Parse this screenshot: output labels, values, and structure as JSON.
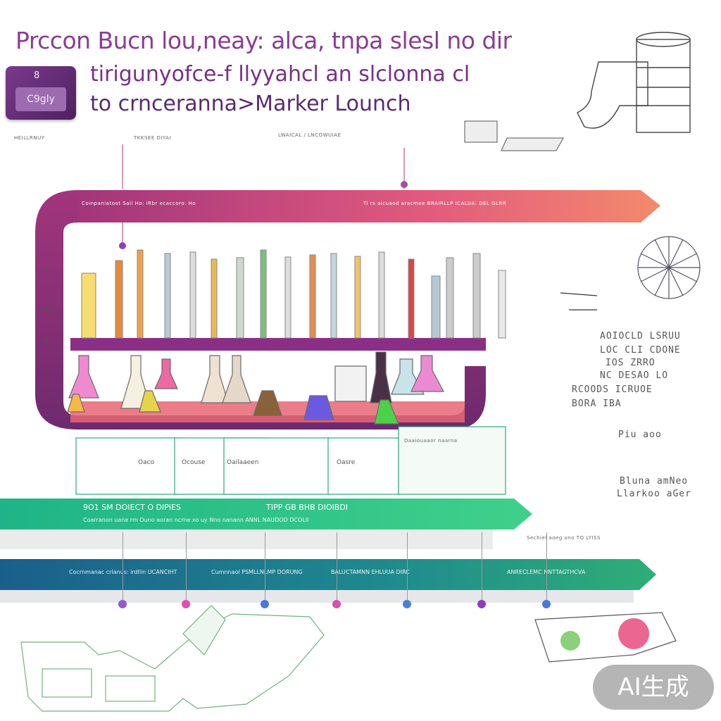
{
  "title": {
    "line1": "Prccon Bucn lou,neay: alca, tnpa slesl no dir",
    "line2": "tirigunyofce-f llyyahcl an slclonna cl",
    "line3": "to crnceranna>Marker Lounch"
  },
  "badge": {
    "top": "8",
    "inner": "C9gly"
  },
  "header_caps": [
    "HEILLRNUY",
    "TKKSEE DIYAI",
    "LWAICAL / LNCOWUIAE"
  ],
  "pipeline": {
    "top_labels_left": "Coinpaniatoot  Sail Ho: iRbr  ecaccoro: Ho",
    "top_labels_right": "Ti rs aicuaod  aracmee  BRAIRLLP  ICALUA: DEL GLRR",
    "left_side": [
      "0",
      "0G",
      "0"
    ]
  },
  "tiles": [
    "Oaco",
    "Ocouse",
    "Oailaaeen",
    "Oasre"
  ],
  "band_green": {
    "title_left": "9O1  SM DOIECT O DIPIES",
    "title_right": "TIPP  GB BHB DIOIBDI",
    "sub": "Coarranon  uane rm  Ouno  aoran ncrne  xo uy  Nno nanann  ANNL NAUDOD DCOLII"
  },
  "band_teal": {
    "items": [
      "Cocrnmanac crlanus: irdllin UCANCIHT",
      "Cumnnaol PSMLLNLMP DORUNG",
      "BALUCTAMNN EHLUUA DIRC",
      "ANRECLEMC NNTTAGTHCVA"
    ]
  },
  "right_notes": [
    "AOIOCLD LSRUU",
    "LOC CLI CDONE",
    "IOS  ZRRO",
    "NC  DESAO LO",
    "RCOODS ICRUOE",
    "BORA IBA",
    "Piu  aoo",
    "Bluna  amNeo",
    "Llarkoo aGer"
  ],
  "right_card": "Daaiouaaor naarna",
  "side_note": "Sechiel aoeg ono  TO LYISS",
  "watermark": "AI生成",
  "colors": {
    "purple": "#8a3c92",
    "pipe_start": "#a2357c",
    "pipe_end": "#f1786a",
    "green": "#26b67e",
    "teal": "#1c6f8c",
    "teal_end": "#2a9b7a"
  },
  "dots": [
    {
      "color": "#8e5bd1"
    },
    {
      "color": "#e24fae"
    },
    {
      "color": "#4a78d4"
    },
    {
      "color": "#d94fb0"
    },
    {
      "color": "#4d7fd6"
    },
    {
      "color": "#8d3fb5"
    },
    {
      "color": "#4a78d4"
    }
  ]
}
